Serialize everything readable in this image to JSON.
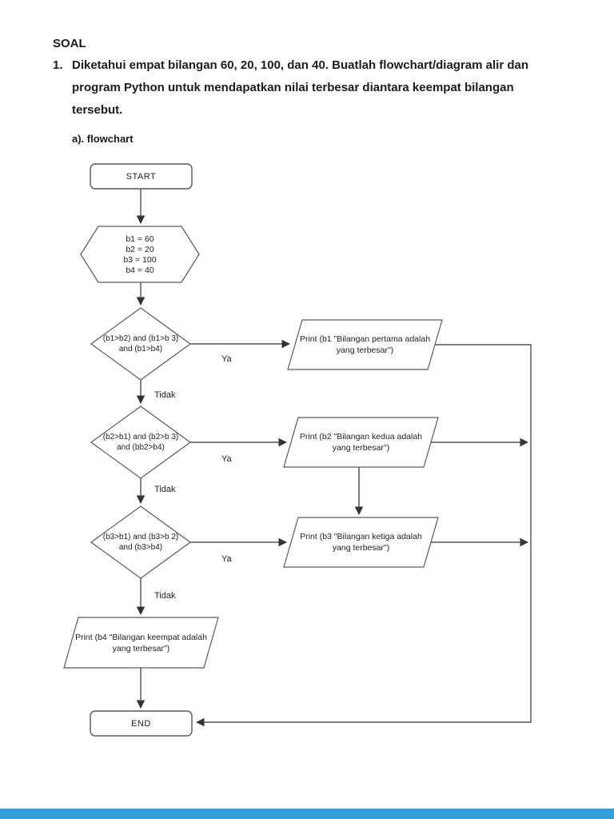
{
  "page": {
    "heading": "SOAL",
    "item_number": "1.",
    "item_text": "Diketahui empat bilangan 60, 20, 100, dan 40. Buatlah flowchart/diagram alir dan program Python untuk mendapatkan nilai terbesar diantara keempat bilangan tersebut.",
    "section_label": "a). flowchart"
  },
  "flowchart": {
    "start": "START",
    "init": "b1 = 60\nb2 = 20\nb3 = 100\nb4 = 40",
    "decision1": "(b1>b2) and (b1>b 3)\nand (b1>b4)",
    "decision2": "(b2>b1) and (b2>b 3)\nand (bb2>b4)",
    "decision3": "(b3>b1) and (b3>b 2)\nand (b3>b4)",
    "print1": "Print (b1 \"Bilangan pertama adalah\nyang terbesar\")",
    "print2": "Print (b2 \"Bilangan kedua adalah\nyang terbesar\")",
    "print3": "Print (b3 \"Bilangan ketiga adalah\nyang terbesar\")",
    "print4": "Print (b4 \"Bilangan keempat adalah\nyang terbesar\")",
    "end": "END",
    "labels": {
      "yes": "Ya",
      "no": "Tidak"
    }
  },
  "colors": {
    "shape_stroke": "#595959",
    "line": "#333333",
    "bottom_bar": "#329fd9"
  }
}
